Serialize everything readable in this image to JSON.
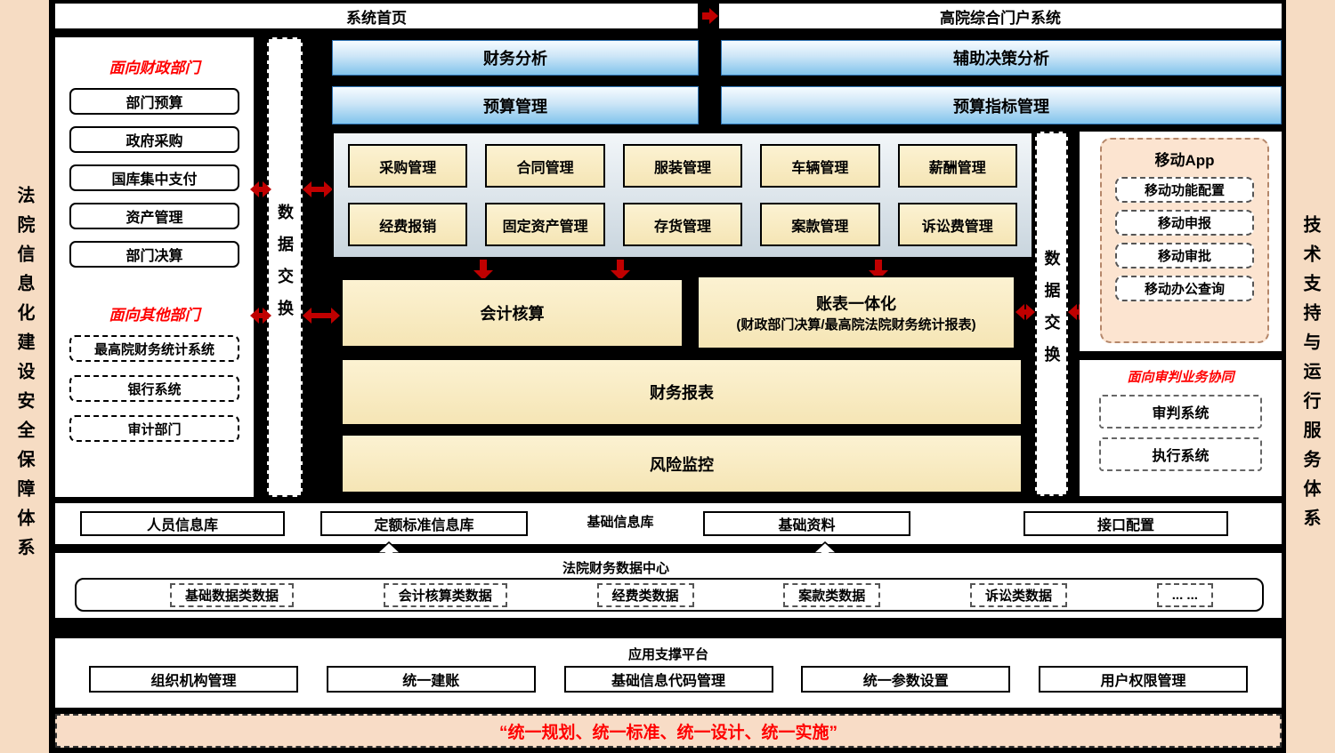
{
  "sidebars": {
    "left": "法院信息化建设安全保障体系",
    "right": "技术支持与运行服务体系"
  },
  "top_bars": {
    "system_home": "系统首页",
    "portal": "高院综合门户系统"
  },
  "finance_panel": {
    "title_finance": "面向财政部门",
    "finance_items": [
      "部门预算",
      "政府采购",
      "国库集中支付",
      "资产管理",
      "部门决算"
    ],
    "title_other": "面向其他部门",
    "other_items": [
      "最高院财务统计系统",
      "银行系统",
      "审计部门"
    ]
  },
  "data_exchange": {
    "left": "数据交换",
    "right": "数据交换"
  },
  "analysis_bars": {
    "financial_analysis": "财务分析",
    "decision_support": "辅助决策分析",
    "budget_management": "预算管理",
    "budget_indicator": "预算指标管理"
  },
  "business_modules": {
    "row1": [
      "采购管理",
      "合同管理",
      "服装管理",
      "车辆管理",
      "薪酬管理"
    ],
    "row2": [
      "经费报销",
      "固定资产管理",
      "存货管理",
      "案款管理",
      "诉讼费管理"
    ]
  },
  "core_modules": {
    "accounting": "会计核算",
    "ledger_title": "账表一体化",
    "ledger_subtitle": "(财政部门决算/最高院法院财务统计报表)",
    "financial_reports": "财务报表",
    "risk_monitoring": "风险监控"
  },
  "mobile_app": {
    "title": "移动App",
    "items": [
      "移动功能配置",
      "移动申报",
      "移动审批",
      "移动办公查询"
    ]
  },
  "trial_panel": {
    "title": "面向审判业务协同",
    "items": [
      "审判系统",
      "执行系统"
    ]
  },
  "base_info": {
    "title": "基础信息库",
    "items": [
      "人员信息库",
      "定额标准信息库",
      "基础资料",
      "接口配置"
    ]
  },
  "data_center": {
    "title": "法院财务数据中心",
    "items": [
      "基础数据类数据",
      "会计核算类数据",
      "经费类数据",
      "案款类数据",
      "诉讼类数据",
      "... ..."
    ]
  },
  "support_platform": {
    "title": "应用支撑平台",
    "items": [
      "组织机构管理",
      "统一建账",
      "基础信息代码管理",
      "统一参数设置",
      "用户权限管理"
    ]
  },
  "bottom_banner": "“统一规划、统一标准、统一设计、统一实施”",
  "colors": {
    "accent_red": "#c00000",
    "title_red": "#ff0000",
    "peach": "#f6dcc3",
    "cream": "#f8ecc5",
    "blue_top": "#f6fbff",
    "blue_bottom": "#82c4ec",
    "background": "#000000"
  }
}
